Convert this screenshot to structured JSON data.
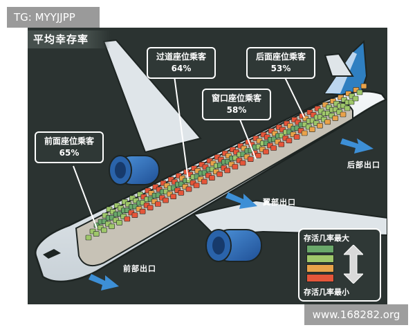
{
  "watermark_top": "TG: MYYJJPP",
  "watermark_bottom": "www.168282.org",
  "title": "平均幸存率",
  "callouts": {
    "aisle": {
      "label": "过道座位乘客",
      "value": "64%"
    },
    "rear": {
      "label": "后面座位乘客",
      "value": "53%"
    },
    "window": {
      "label": "窗口座位乘客",
      "value": "58%"
    },
    "front": {
      "label": "前面座位乘客",
      "value": "65%"
    }
  },
  "exits": {
    "rear": "后部出口",
    "wing": "翼部出口",
    "front": "前部出口"
  },
  "legend": {
    "top": "存活几率最大",
    "bottom": "存活几率最小",
    "levels": [
      "#6aa86a",
      "#9fc76a",
      "#e9a24a",
      "#e5563a"
    ]
  },
  "colors": {
    "background": "#2b3331",
    "fuselage": "#e7ecef",
    "tail": "#2f7fc1",
    "engine": "#2d6fbf",
    "exit_arrow": "#3d8fd6"
  }
}
